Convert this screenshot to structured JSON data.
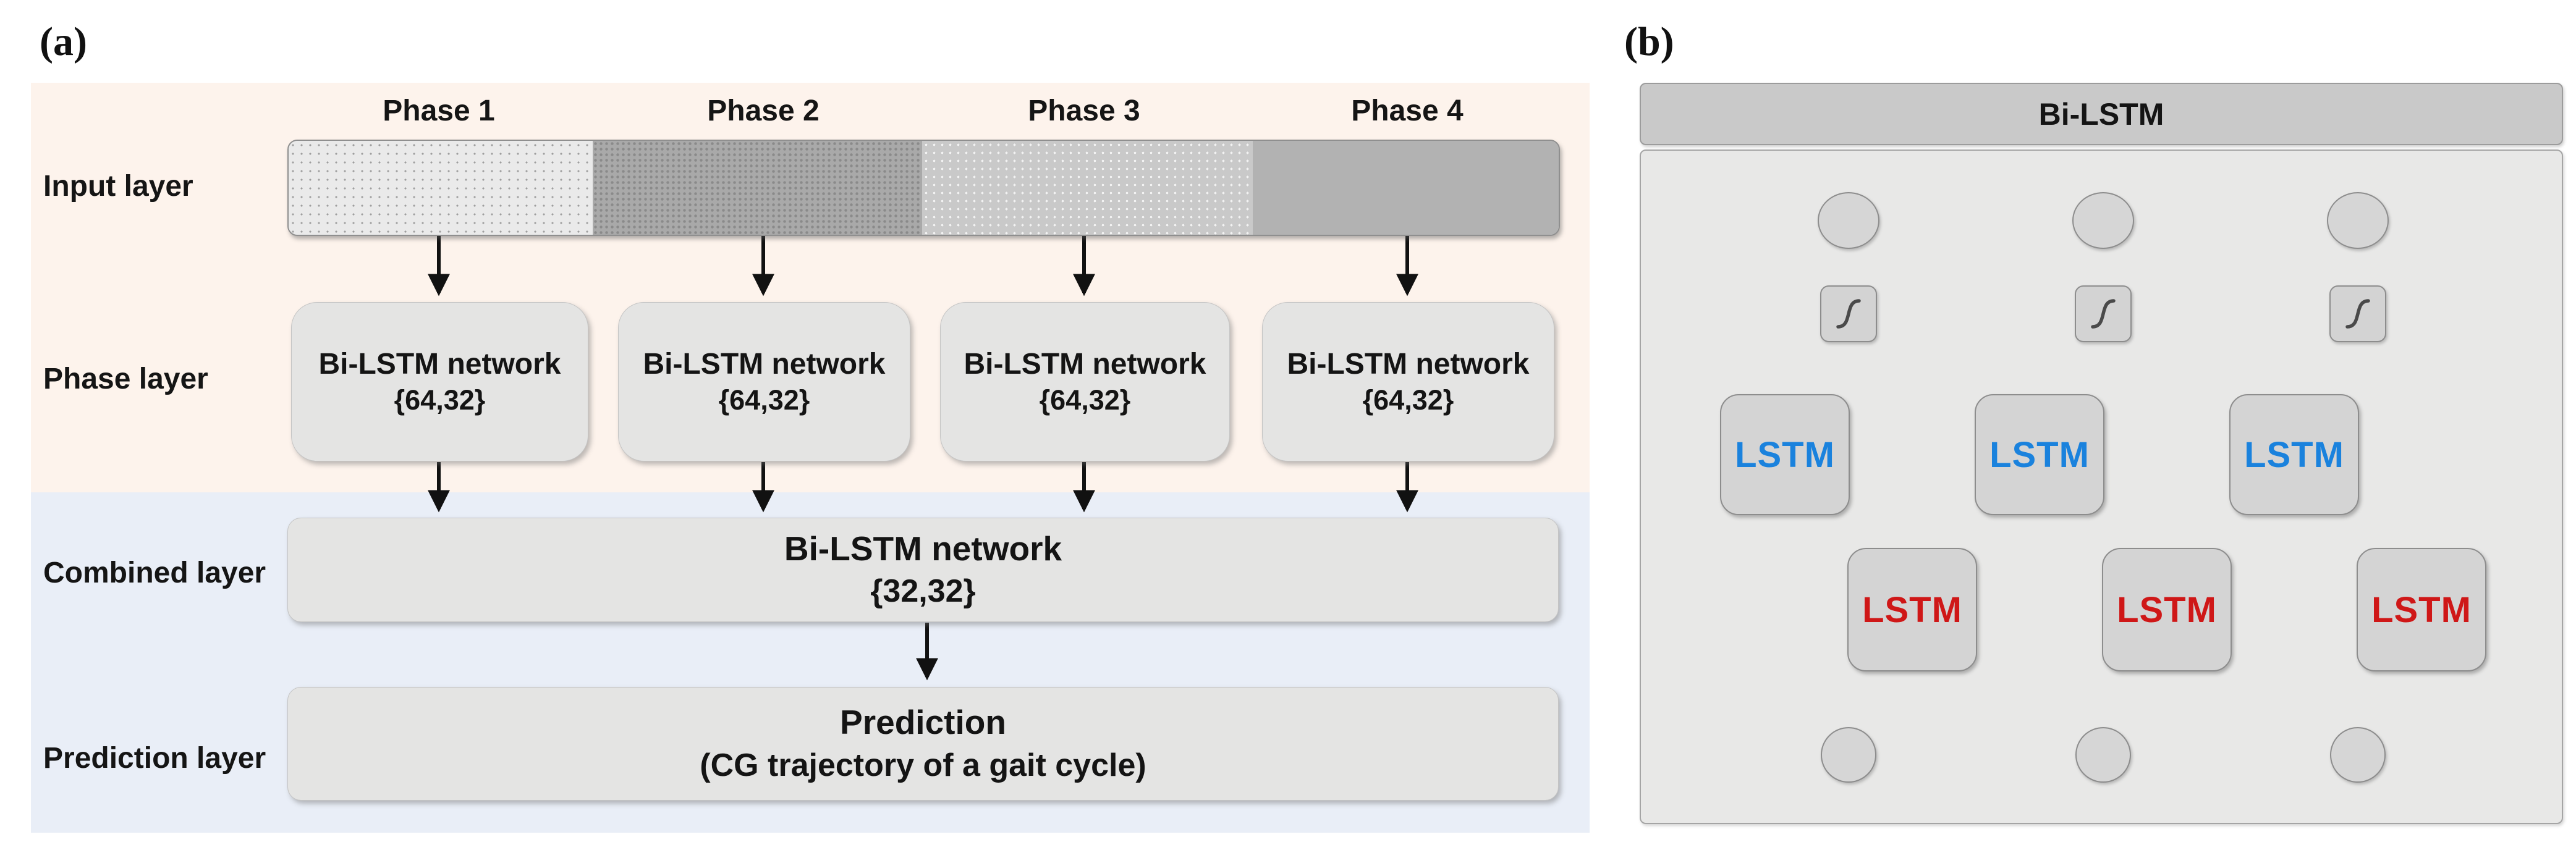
{
  "figure": {
    "panel_a_label": "(a)",
    "panel_b_label": "(b)"
  },
  "panel_a": {
    "row_labels": [
      "Input layer",
      "Phase layer",
      "Combined layer",
      "Prediction layer"
    ],
    "phase_labels": [
      "Phase 1",
      "Phase 2",
      "Phase 3",
      "Phase 4"
    ],
    "input_bar_segments": [
      "phase-1-data",
      "phase-2-data",
      "phase-3-data",
      "phase-4-data"
    ],
    "phase_boxes": [
      {
        "line1": "Bi-LSTM network",
        "line2": "{64,32}"
      },
      {
        "line1": "Bi-LSTM network",
        "line2": "{64,32}"
      },
      {
        "line1": "Bi-LSTM network",
        "line2": "{64,32}"
      },
      {
        "line1": "Bi-LSTM network",
        "line2": "{64,32}"
      }
    ],
    "combined_box": {
      "line1": "Bi-LSTM network",
      "line2": "{32,32}"
    },
    "prediction_box": {
      "line1": "Prediction",
      "line2": "(CG trajectory of a gait cycle)"
    },
    "colors": {
      "top_background": "#fdf3ec",
      "bottom_background": "#e9eef7",
      "box_fill": "#e4e4e3",
      "bar_segment_1": "#eaeaea",
      "bar_segment_2": "#a9a9a9",
      "bar_segment_3": "#c9c9c9",
      "bar_segment_4": "#b2b2b2",
      "arrow": "#111111"
    }
  },
  "panel_b": {
    "title": "Bi-LSTM",
    "columns": [
      {
        "backward_cell": "LSTM",
        "forward_cell": "LSTM"
      },
      {
        "backward_cell": "LSTM",
        "forward_cell": "LSTM"
      },
      {
        "backward_cell": "LSTM",
        "forward_cell": "LSTM"
      }
    ],
    "icons": {
      "activation": "sigmoid-curve"
    },
    "colors": {
      "header_fill": "#c9c9c9",
      "body_fill": "#e8e8e7",
      "cell_fill": "#d4d4d4",
      "backward_text": "#1a82dd",
      "forward_text": "#cf1717",
      "line": "#2b2b2b"
    }
  }
}
